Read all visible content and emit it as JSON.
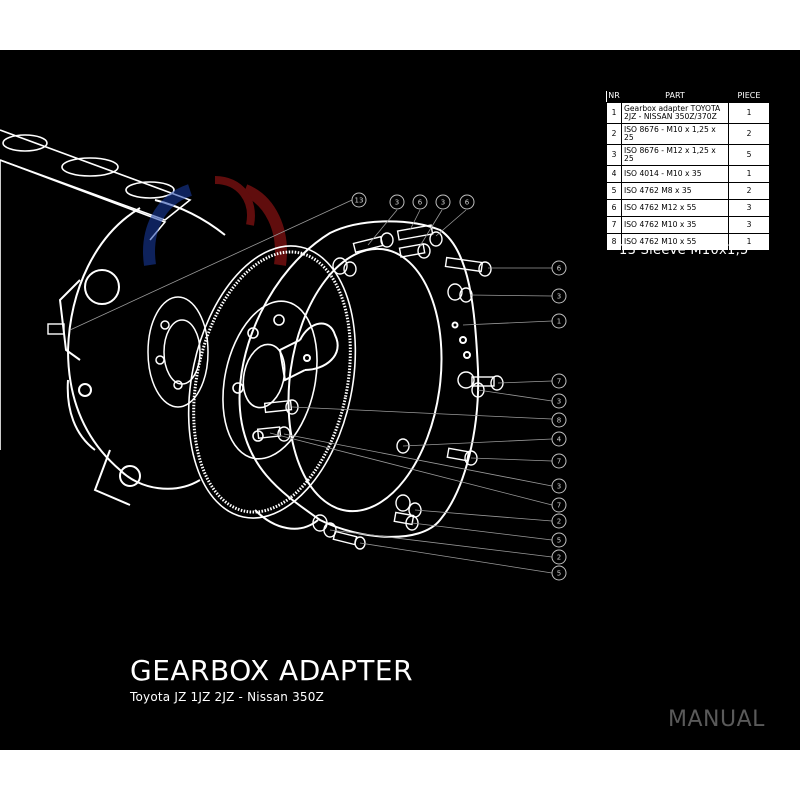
{
  "title": "GEARBOX ADAPTER",
  "subtitle": "Toyota JZ 1JZ 2JZ - Nissan 350Z",
  "footer_label": "MANUAL",
  "sleeve_note": "13 Sleeve M10x1,5",
  "parts_table": {
    "headers": [
      "NR",
      "PART",
      "PIECE"
    ],
    "rows": [
      {
        "nr": "1",
        "part": "Gearbox adapter TOYOTA 2JZ - NISSAN 350Z/370Z",
        "piece": "1"
      },
      {
        "nr": "2",
        "part": "ISO 8676 - M10 x 1,25 x 25",
        "piece": "2"
      },
      {
        "nr": "3",
        "part": "ISO 8676 - M12 x 1,25 x 25",
        "piece": "5"
      },
      {
        "nr": "4",
        "part": "ISO 4014 - M10 x 35",
        "piece": "1"
      },
      {
        "nr": "5",
        "part": "ISO 4762 M8 x 35",
        "piece": "2"
      },
      {
        "nr": "6",
        "part": "ISO 4762 M12 x 55",
        "piece": "3"
      },
      {
        "nr": "7",
        "part": "ISO 4762 M10 x 35",
        "piece": "3"
      },
      {
        "nr": "8",
        "part": "ISO 4762 M10 x 55",
        "piece": "1"
      }
    ]
  },
  "callouts_top": [
    "13",
    "3",
    "6",
    "3",
    "6"
  ],
  "callouts_right": [
    "6",
    "3",
    "1",
    "7",
    "3",
    "8",
    "4",
    "7",
    "3",
    "7",
    "2",
    "5",
    "2",
    "5"
  ],
  "colors": {
    "background": "#000000",
    "linework": "#ffffff",
    "table_bg": "#ffffff",
    "footer": "#5a5a5a"
  }
}
